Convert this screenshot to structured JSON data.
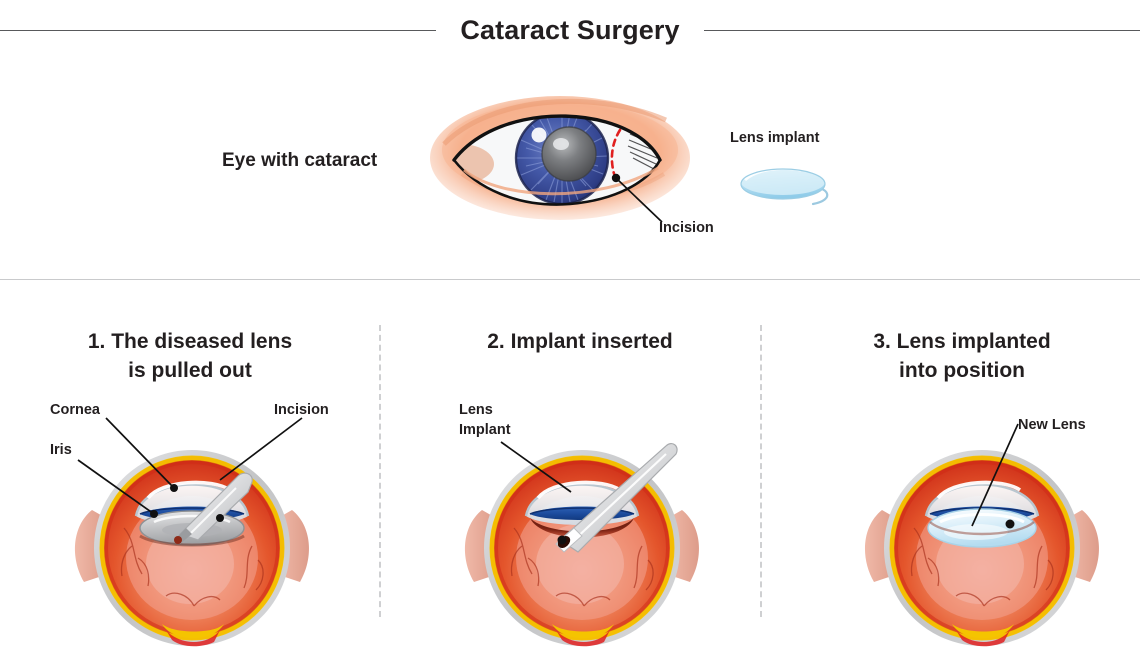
{
  "header": {
    "title": "Cataract Surgery",
    "rule_color": "#58595b"
  },
  "overview": {
    "eye_label": "Eye with cataract",
    "lens_implant_label": "Lens implant",
    "incision_label": "Incision"
  },
  "panels": [
    {
      "heading_line1": "1. The diseased lens",
      "heading_line2": "is pulled out",
      "labels": {
        "cornea": "Cornea",
        "iris": "Iris",
        "incision": "Incision"
      }
    },
    {
      "heading_line1": "2. Implant inserted",
      "heading_line2": "",
      "labels": {
        "lens_line1": "Lens",
        "lens_line2": "Implant"
      }
    },
    {
      "heading_line1": "3. Lens implanted",
      "heading_line2": "into position",
      "labels": {
        "new_lens": "New Lens"
      }
    }
  ],
  "colors": {
    "text": "#231f20",
    "separator": "#c9cacc",
    "divider_dash": "#cfd0d2",
    "iris_blue": "#3b4fa0",
    "cataract_gray": "#6e6e70",
    "eyelid_peach": "#f4a883",
    "globe_red": "#d32f1e",
    "globe_orange": "#ee7746",
    "globe_pink": "#f0a79a",
    "retina_yellow": "#f5c400",
    "sclera_gray": "#c8c9cb",
    "incision_red": "#e02020",
    "lens_blue": "#cfe8f6",
    "instrument_gray": "#d6d7d9"
  }
}
